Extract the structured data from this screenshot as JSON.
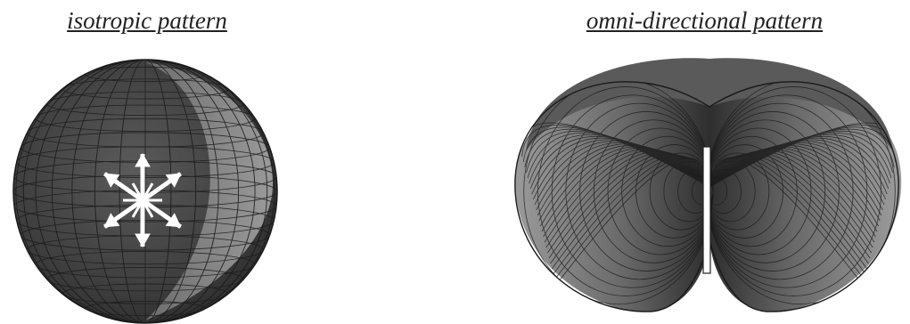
{
  "diagrams": [
    {
      "caption": "isotropic pattern",
      "shape": "sphere",
      "marker": "radiating-arrows-icon",
      "colors": {
        "surface_dark": "#444444",
        "surface_light": "#8a8a8a",
        "mesh": "#1a1a1a",
        "marker": "#ffffff"
      }
    },
    {
      "caption": "omni-directional pattern",
      "shape": "torus",
      "marker": "dipole-antenna",
      "colors": {
        "surface_dark": "#3c3c3c",
        "surface_light": "#a0a0a0",
        "mesh": "#1a1a1a",
        "marker": "#ffffff"
      }
    }
  ]
}
